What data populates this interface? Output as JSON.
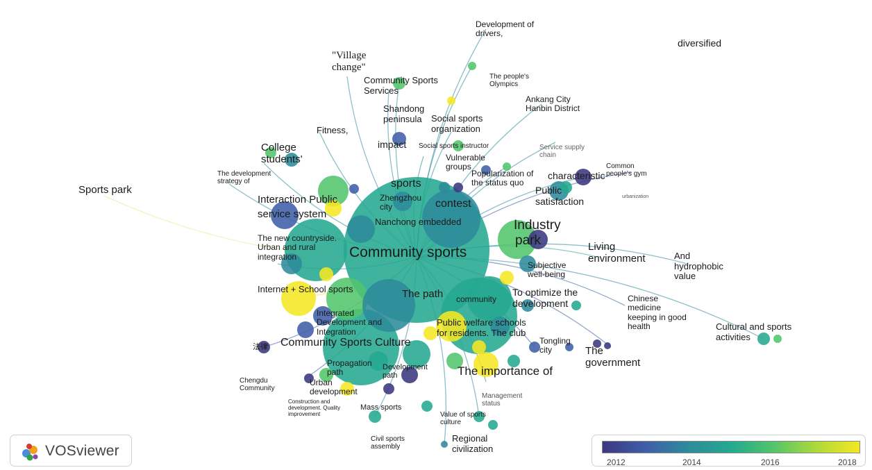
{
  "labels": {
    "development_of_drivers": "Development of drivers,",
    "diversified": "diversified",
    "village_change": "\"Village change\"",
    "community_sports_services": "Community Sports Services",
    "peoples_olympics": "The people's Olympics",
    "ankang": "Ankang City Hanbin District",
    "shandong": "Shandong peninsula",
    "social_sports_org": "Social sports organization",
    "fitness": "Fitness,",
    "impact": "impact",
    "social_sports_instructor": "Social sports instructor",
    "service_supply_chain": "Service supply chain",
    "college_students": "College students'",
    "vulnerable_groups": "Vulnerable groups",
    "popularization": "Popularization of the status quo",
    "common_gym": "Common people's gym",
    "characteristic": "characteristic",
    "development_strategy": "The development strategy of",
    "sports_park": "Sports park",
    "sports": "sports",
    "zhengzhou": "Zhengzhou city",
    "contest": "contest",
    "public_satisfaction": "Public satisfaction",
    "urbanization": "urbanization",
    "interaction_public": "Interaction Public",
    "service_system": "service system",
    "nanchong": "Nanchong embedded",
    "industry": "Industry",
    "park": "park",
    "new_countryside": "The new countryside. Urban and rural integration",
    "community_sports": "Community sports",
    "living_environment": "Living environment",
    "hydrophobic": "And hydrophobic value",
    "subjective": "Subjective well-being",
    "internet_school": "Internet + School sports",
    "the_path": "The path",
    "community": "community",
    "optimize": "To optimize the development",
    "chinese_medicine": "Chinese medicine keeping in good health",
    "integrated": "Integrated Development and Integration",
    "public_welfare": "Public welfare schools for residents. The club",
    "cultural_sports": "Cultural and sports activities",
    "cs_culture": "Community Sports Culture",
    "tongling": "Tongling city",
    "the_government": "The government",
    "chinese_chars": "法律",
    "propagation": "Propagation path",
    "development_path": "Development path",
    "importance": "The importance of",
    "chengdu": "Chengdu Community",
    "urban_dev": "Urban development",
    "construction": "Construction and development. Quality improvement",
    "management_status": "Management status",
    "mass_sports": "Mass sports",
    "value_sports_culture": "Value of sports culture",
    "civil_sports": "Civil sports assembly",
    "regional_civ": "Regional civilization"
  },
  "branding": {
    "app_name": "VOSviewer",
    "logo_icon": "vosviewer-logo-icon"
  },
  "legend": {
    "type": "color-scale",
    "years": [
      "2012",
      "2014",
      "2016",
      "2018"
    ],
    "colors": [
      "#3b3880",
      "#3f5ea8",
      "#2e8b9b",
      "#24a98f",
      "#52c56b",
      "#b0d93a",
      "#f5e723"
    ]
  }
}
